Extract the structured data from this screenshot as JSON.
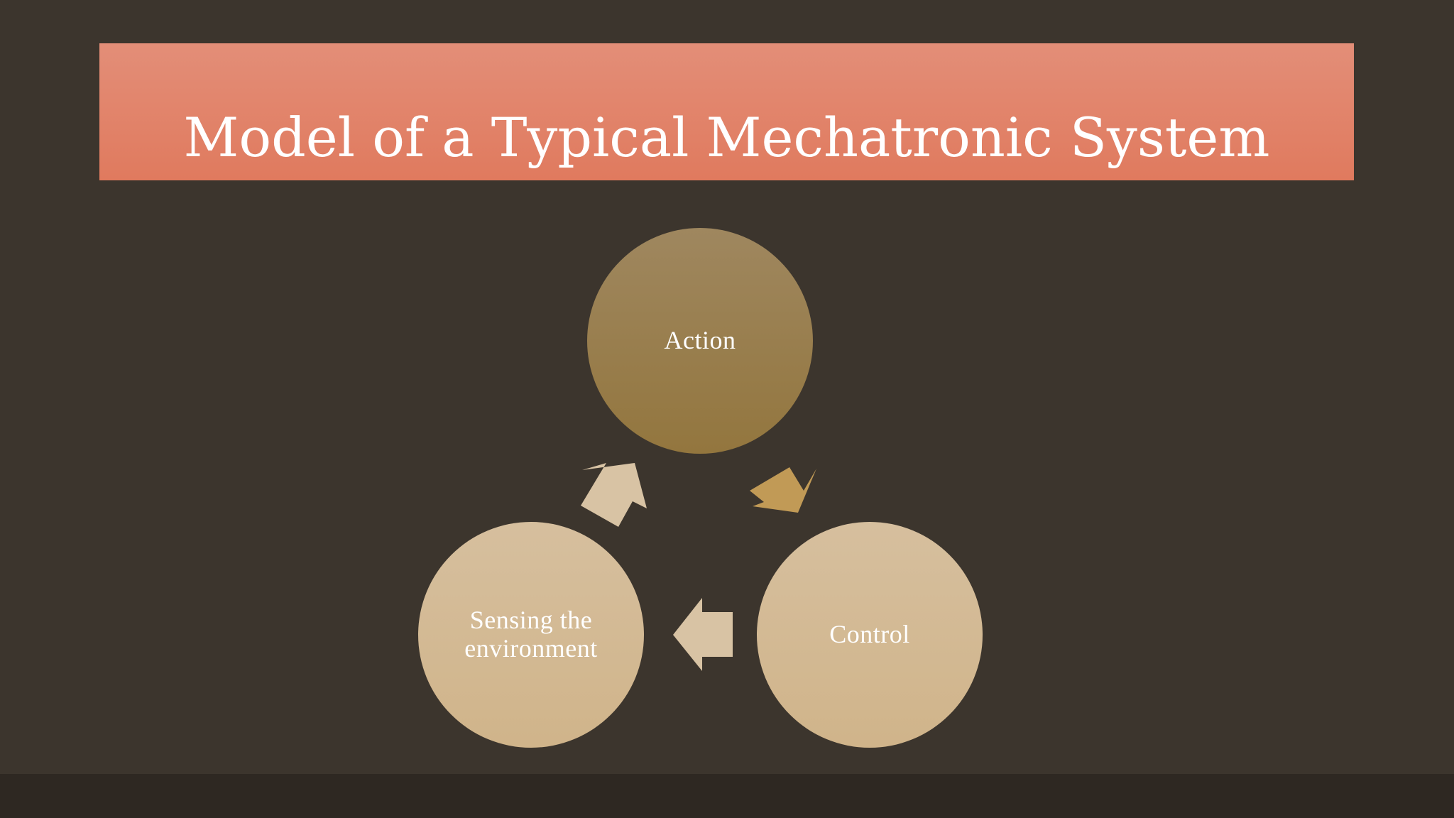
{
  "slide": {
    "title": "Model of a Typical Mechatronic System"
  },
  "diagram": {
    "nodes": [
      {
        "id": "action",
        "label": "Action",
        "color": "#987d4c"
      },
      {
        "id": "control",
        "label": "Control",
        "color": "#d4ba94"
      },
      {
        "id": "sensing",
        "label": "Sensing the environment",
        "color": "#d4ba94"
      }
    ],
    "edges": [
      {
        "from": "action",
        "to": "control",
        "color": "#c19a56"
      },
      {
        "from": "control",
        "to": "sensing",
        "color": "#d8c3a4"
      },
      {
        "from": "sensing",
        "to": "action",
        "color": "#d8c3a4"
      }
    ],
    "colors": {
      "background": "#3c352d",
      "footer": "#2e2822",
      "title_banner": "#e07a5e"
    }
  }
}
